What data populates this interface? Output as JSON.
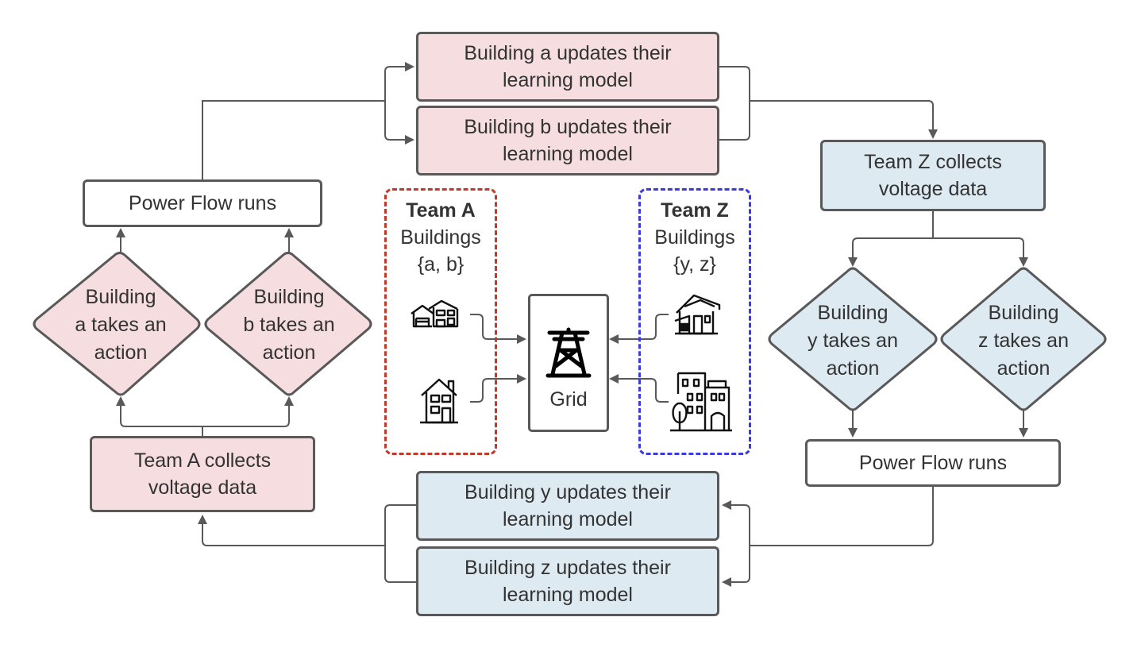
{
  "update_a": [
    "Building a updates their",
    "learning model"
  ],
  "update_b": [
    "Building b updates their",
    "learning model"
  ],
  "update_y": [
    "Building y updates their",
    "learning model"
  ],
  "update_z": [
    "Building z updates their",
    "learning model"
  ],
  "powerflow_left": "Power Flow runs",
  "powerflow_right": "Power Flow runs",
  "team_a_collects": [
    "Team A collects",
    "voltage data"
  ],
  "team_z_collects": [
    "Team Z collects",
    "voltage data"
  ],
  "action_a": [
    "Building",
    "a takes an",
    "action"
  ],
  "action_b": [
    "Building",
    "b takes an",
    "action"
  ],
  "action_y": [
    "Building",
    "y takes an",
    "action"
  ],
  "action_z": [
    "Building",
    "z takes an",
    "action"
  ],
  "team_a": {
    "title": "Team A",
    "line1": "Buildings",
    "line2": "{a, b}"
  },
  "team_z": {
    "title": "Team Z",
    "line1": "Buildings",
    "line2": "{y, z}"
  },
  "grid_label": "Grid",
  "colors": {
    "pink": "#f5dde0",
    "blue": "#ddeaf2",
    "border": "#595959",
    "team_a_dash": "#c0392b",
    "team_z_dash": "#3a3ae0"
  },
  "icons": [
    "house-garage-icon",
    "small-house-icon",
    "power-tower-icon",
    "modern-house-icon",
    "apartment-building-icon"
  ]
}
